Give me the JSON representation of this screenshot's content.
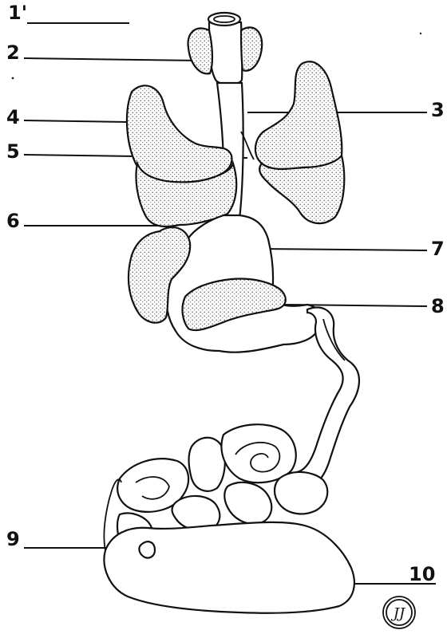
{
  "labels": {
    "l1": "1'",
    "l2": "2",
    "l3": "3",
    "l4": "4",
    "l5": "5",
    "l6": "6",
    "l7": "7",
    "l8": "8",
    "l9": "9",
    "l10": "10"
  },
  "monogram": "JJ"
}
